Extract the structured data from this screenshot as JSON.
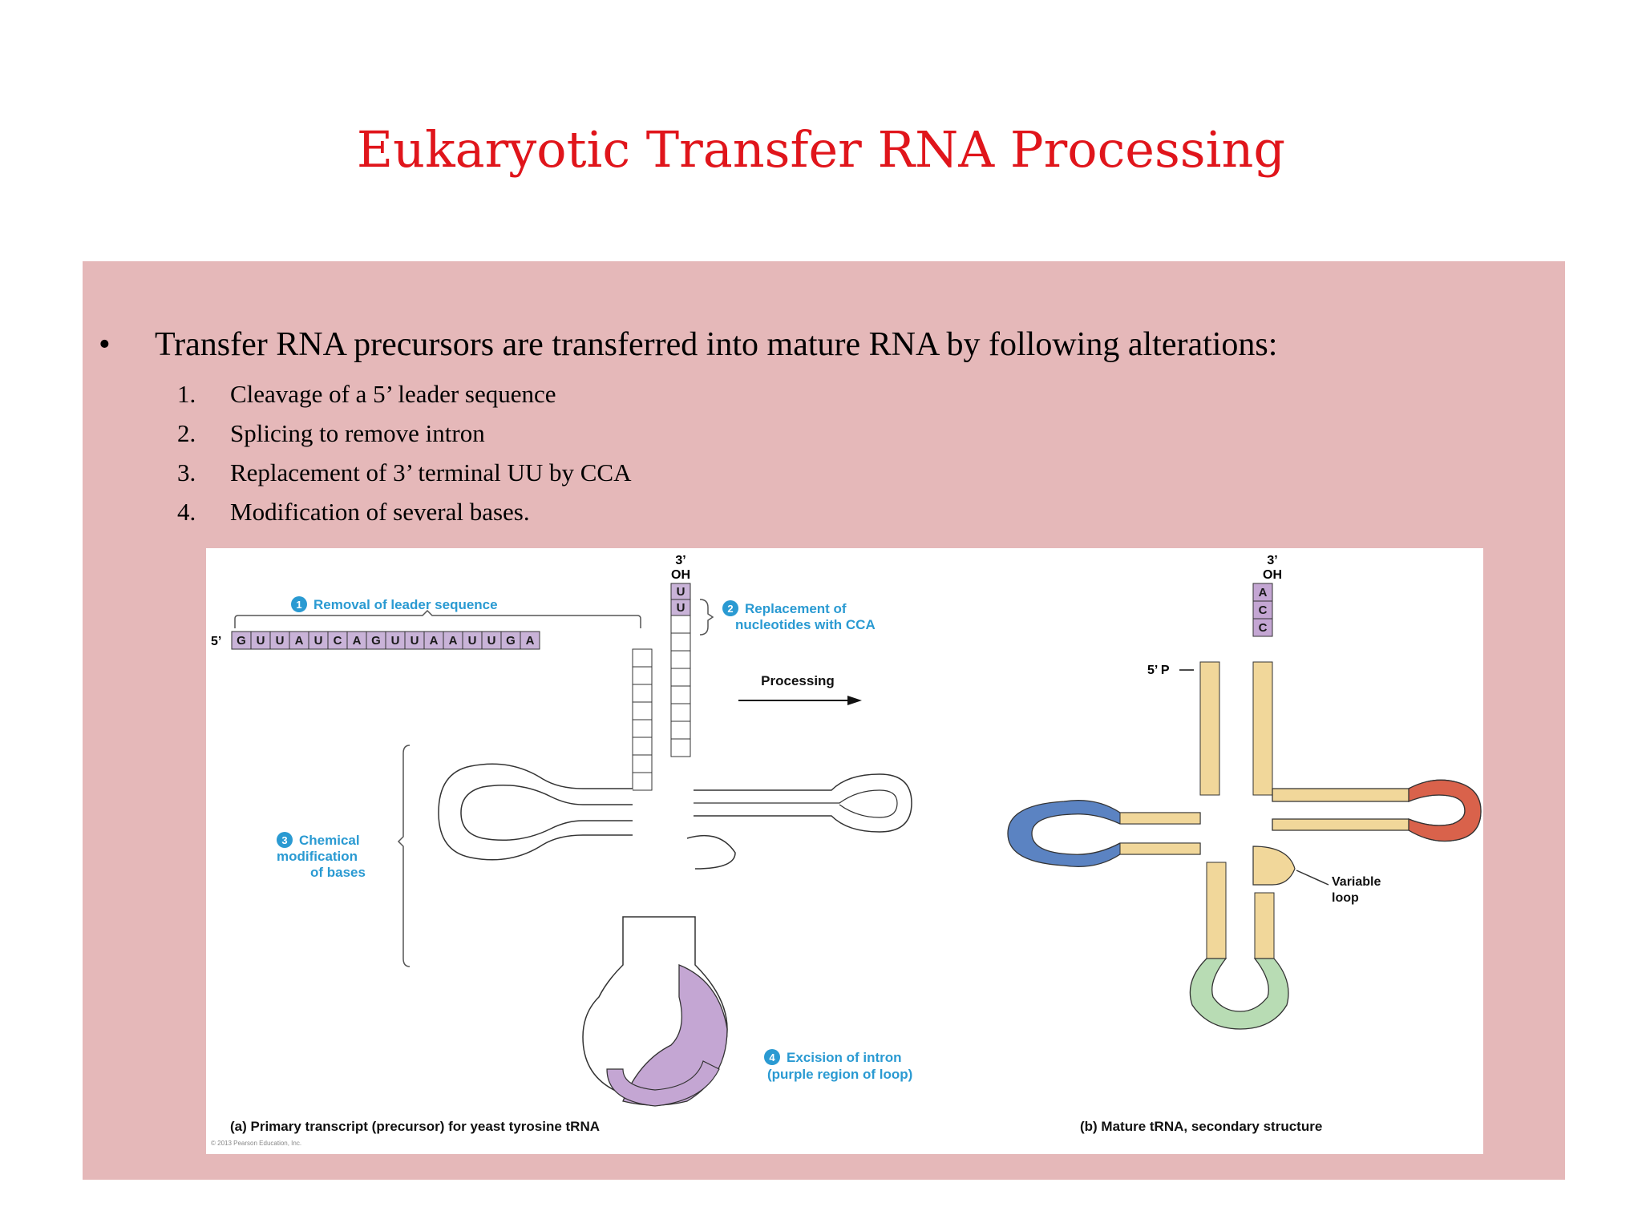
{
  "title": "Eukaryotic Transfer RNA Processing",
  "bullet": {
    "marker": "•",
    "text": "Transfer RNA precursors are transferred into mature RNA by following alterations:"
  },
  "steps": [
    {
      "num": "1.",
      "text": "Cleavage of a 5’ leader sequence"
    },
    {
      "num": "2.",
      "text": "Splicing to remove intron"
    },
    {
      "num": "3.",
      "text": "Replacement of 3’ terminal UU by CCA"
    },
    {
      "num": "4.",
      "text": "Modification of several bases."
    }
  ],
  "figure": {
    "panel_a": {
      "three_prime": "3’",
      "oh": "OH",
      "five_prime": "5’",
      "callout1_num": "1",
      "callout1": "Removal of leader sequence",
      "callout2_num": "2",
      "callout2_line1": "Replacement of",
      "callout2_line2": "nucleotides with CCA",
      "callout3_num": "3",
      "callout3_line1": "Chemical",
      "callout3_line2": "modification",
      "callout3_line3": "of bases",
      "callout4_num": "4",
      "callout4_line1": "Excision of intron",
      "callout4_line2": "(purple region of loop)",
      "caption": "(a) Primary transcript (precursor) for yeast tyrosine tRNA",
      "copyright": "© 2013 Pearson Education, Inc.",
      "leader": [
        "G",
        "U",
        "U",
        "A",
        "U",
        "C",
        "A",
        "G",
        "U",
        "U",
        "A",
        "A",
        "U",
        "U",
        "G",
        "A"
      ],
      "tail_3": [
        "U",
        "U"
      ]
    },
    "arrow_label": "Processing",
    "panel_b": {
      "three_prime": "3’",
      "oh": "OH",
      "five_prime_p": "5’ P",
      "variable_loop": "Variable",
      "variable_loop2": "loop",
      "caption": "(b) Mature tRNA, secondary structure",
      "cca": [
        "A",
        "C",
        "C"
      ]
    },
    "colors": {
      "leader": "#c9b3d8",
      "intron": "#c4a6d3",
      "acceptor": "#f1d79a",
      "d_loop": "#5b83c2",
      "t_loop": "#d9624b",
      "anticodon": "#b8dcb4",
      "callout_blue": "#2a9ad2"
    }
  }
}
